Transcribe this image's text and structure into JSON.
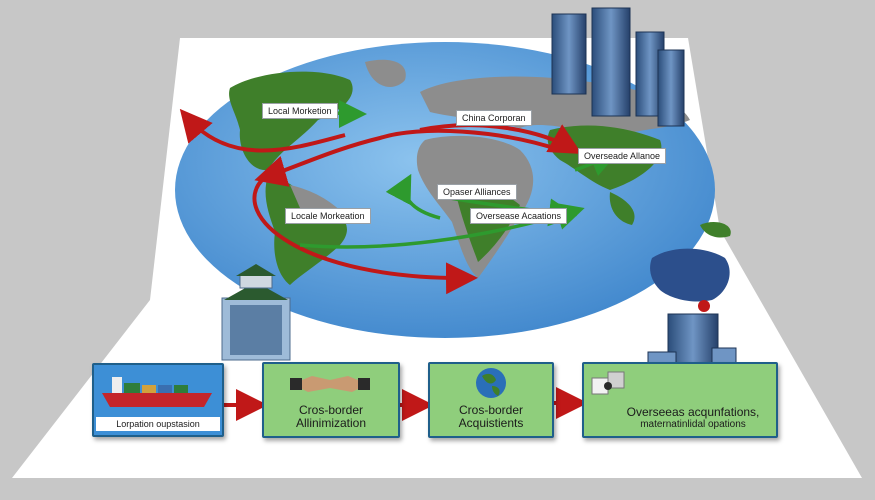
{
  "colors": {
    "background": "#c7c7c7",
    "ocean": "#5aa2dc",
    "land_green": "#3f7f2a",
    "land_gray": "#8d8d8d",
    "arrow_red": "#c01818",
    "arrow_green": "#2e9a2e",
    "stage_blue": "#3d8fd6",
    "stage_green": "#8fce7c"
  },
  "map_labels": {
    "local_marketing_top": "Local Morketion",
    "china_corporation": "China Corporan",
    "overseas_alliance_right": "Overseade Allanoe",
    "opaser_alliances": "Opaser Alliances",
    "local_marketing_left": "Locale Morkeation",
    "overseas_acquisitions_map": "Oversease Acaations"
  },
  "stages": [
    {
      "lines": [
        "Lorpation oupstasion"
      ],
      "icon": "cargo-ship-icon"
    },
    {
      "lines": [
        "Cros-border",
        "Allinimization"
      ],
      "icon": "handshake-icon"
    },
    {
      "lines": [
        "Cros-border",
        "Acquistients"
      ],
      "icon": "globe-icon"
    },
    {
      "lines": [
        "Overseeas acqunfations,",
        "maternatinlidal opations"
      ],
      "icon": "puzzle-icon"
    }
  ],
  "icons": [
    "skyscrapers-icon",
    "pagoda-building-icon",
    "office-tower-icon",
    "australia-flag-map-icon"
  ]
}
